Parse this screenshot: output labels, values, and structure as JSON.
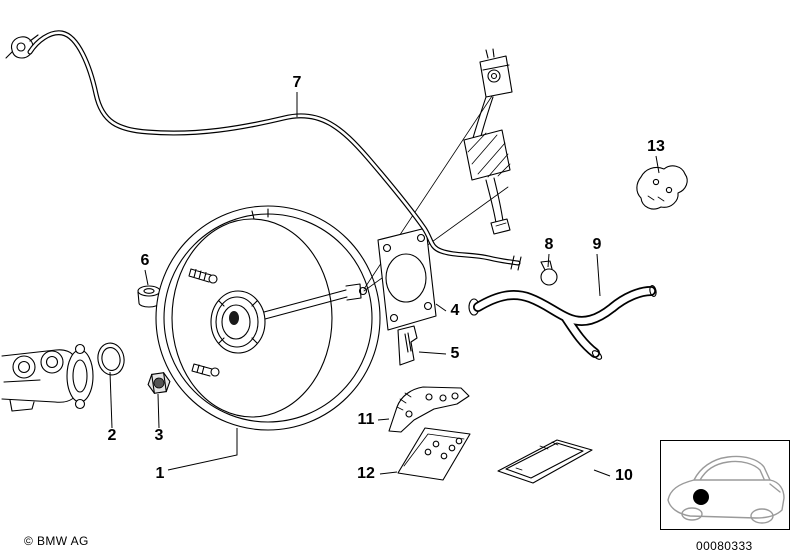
{
  "footer": {
    "copyright": "© BMW AG",
    "diagram_number": "00080333"
  },
  "part_labels": {
    "p1": "1",
    "p2": "2",
    "p3": "3",
    "p4": "4",
    "p5": "5",
    "p6": "6",
    "p7": "7",
    "p8": "8",
    "p9": "9",
    "p10": "10",
    "p11": "11",
    "p12": "12",
    "p13": "13"
  }
}
